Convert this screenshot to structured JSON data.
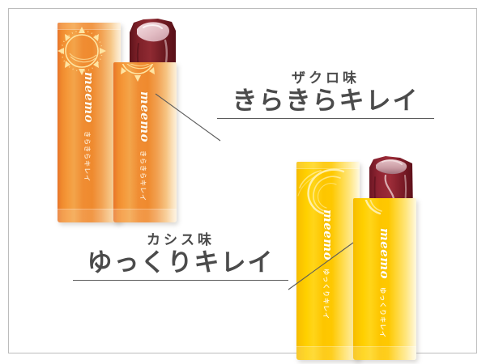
{
  "page": {
    "title": "meemo jelly stick product callout",
    "background_color": "#ffffff",
    "frame_color": "#bcbcbc"
  },
  "products": [
    {
      "id": "pomegranate",
      "brand": "meemo",
      "packet_tagline": "きらきらキレイ",
      "flavor_label": "ザクロ味",
      "headline": "きらきらキレイ",
      "packet_color": "#f0902f",
      "packet_color_light": "#fdf0da",
      "jelly_color": "#7c1f26",
      "jelly_top_color": "#e7c2c8",
      "artwork": "sun-icon"
    },
    {
      "id": "cassis",
      "brand": "meemo",
      "packet_tagline": "ゆっくりキレイ",
      "flavor_label": "カシス味",
      "headline": "ゆっくりキレイ",
      "packet_color": "#ffcc00",
      "packet_color_light": "#fffae2",
      "jelly_color": "#8d2030",
      "jelly_top_color": "#d8a7ac",
      "artwork": "crescent-swirl-icon"
    }
  ],
  "callouts": {
    "top": {
      "flavor": "ザクロ味",
      "headline": "きらきらキレイ",
      "rule_color": "#5b5b5b"
    },
    "bottom": {
      "flavor": "カシス味",
      "headline": "ゆっくりキレイ",
      "rule_color": "#5b5b5b"
    }
  }
}
